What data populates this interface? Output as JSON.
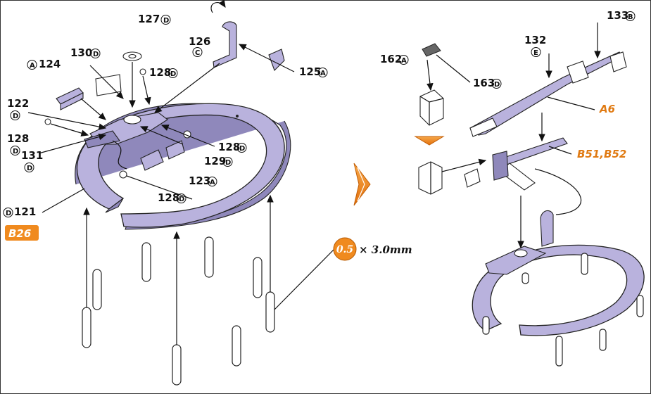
{
  "labels": {
    "p127": "127",
    "p126": "126",
    "p125": "125",
    "p124": "124",
    "p130": "130",
    "p128a": "128",
    "p122": "122",
    "p128b": "128",
    "p131": "131",
    "p128c": "128",
    "p129": "129",
    "p123": "123",
    "p128d": "128",
    "p121": "121",
    "p162": "162",
    "p163": "163",
    "p132": "132",
    "p133": "133"
  },
  "circled": {
    "D": "D",
    "C": "C",
    "A": "A",
    "E": "E",
    "B": "B"
  },
  "tags": {
    "b26": "B26",
    "a6": "A6",
    "b51b52": "B51,B52"
  },
  "note": {
    "value": "0.5",
    "dim": "× 3.0mm"
  },
  "colors": {
    "accent": "#f08a1e",
    "part": "#b9b2dd"
  },
  "icons": [
    "rotate-arrow-icon",
    "arrow-right-icon",
    "arrow-down-icon"
  ]
}
